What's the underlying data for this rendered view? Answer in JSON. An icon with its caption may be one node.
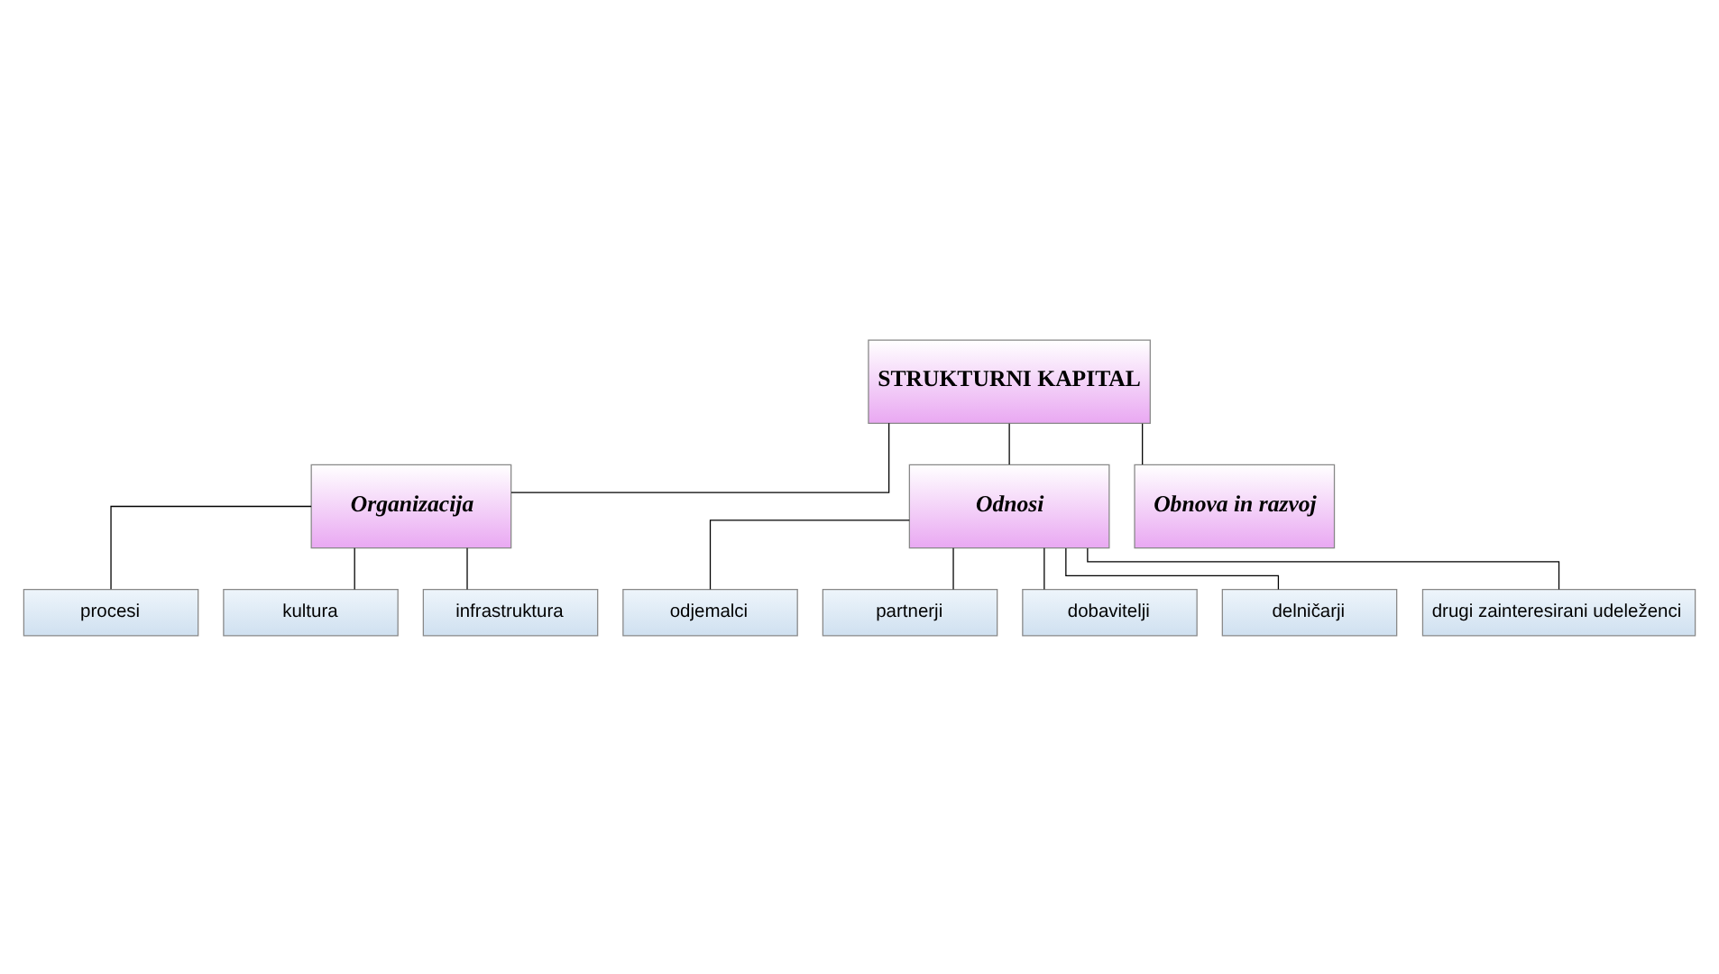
{
  "diagram": {
    "nodes": [
      {
        "text": [
          "STRUKTURNI KAPITAL"
        ]
      },
      {
        "text": [
          "Organizacija"
        ]
      },
      {
        "text": [
          "Odnosi"
        ]
      },
      {
        "text": [
          "Obnova in razvoj"
        ]
      },
      {
        "text": [
          "procesi"
        ]
      },
      {
        "text": [
          "kultura"
        ]
      },
      {
        "text": [
          "infrastruktura"
        ]
      },
      {
        "text": [
          "odjemalci"
        ]
      },
      {
        "text": [
          "partnerji"
        ]
      },
      {
        "text": [
          "dobavitelji"
        ]
      },
      {
        "text": [
          "delničarji"
        ]
      },
      {
        "text": [
          "drugi zainteresirani udeleženci"
        ]
      }
    ],
    "edges": [
      {
        "from": 0,
        "to": 1,
        "arrow": "none"
      },
      {
        "from": 0,
        "to": 2,
        "arrow": "none"
      },
      {
        "from": 0,
        "to": 3,
        "arrow": "none"
      },
      {
        "from": 1,
        "to": 4,
        "arrow": "none"
      },
      {
        "from": 1,
        "to": 5,
        "arrow": "none"
      },
      {
        "from": 1,
        "to": 6,
        "arrow": "none"
      },
      {
        "from": 2,
        "to": 7,
        "arrow": "none"
      },
      {
        "from": 2,
        "to": 8,
        "arrow": "none"
      },
      {
        "from": 2,
        "to": 9,
        "arrow": "none"
      },
      {
        "from": 2,
        "to": 10,
        "arrow": "none"
      },
      {
        "from": 2,
        "to": 11,
        "arrow": "none"
      }
    ]
  }
}
